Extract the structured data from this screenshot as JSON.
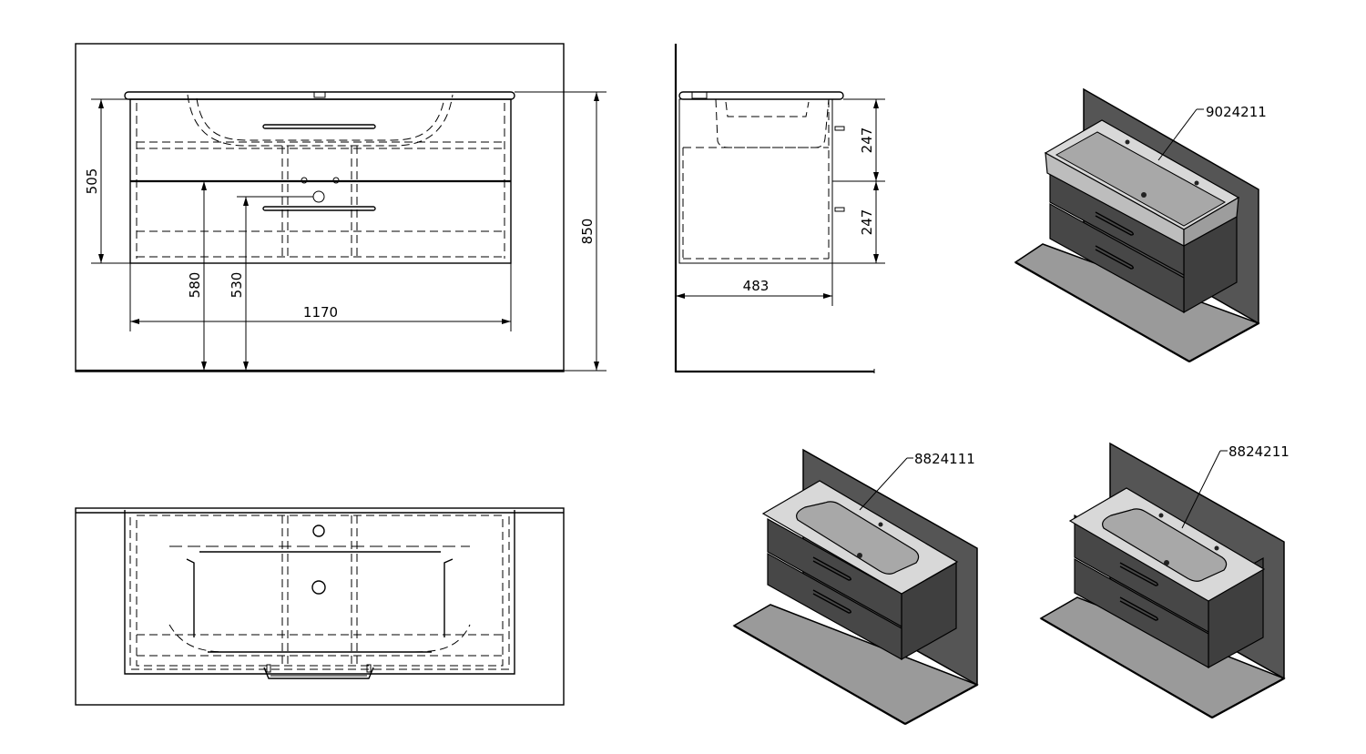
{
  "front_view": {
    "dim_height_cabinet": "505",
    "dim_height_total": "850",
    "dim_height_drain": "580",
    "dim_height_siphon": "530",
    "dim_width": "1170"
  },
  "side_view": {
    "dim_drawer_top": "247",
    "dim_drawer_bottom": "247",
    "dim_depth": "483"
  },
  "variants": [
    {
      "code": "9024211"
    },
    {
      "code": "8824111"
    },
    {
      "code": "8824211"
    }
  ],
  "colors": {
    "cabinet_dark": "#4a4a4a",
    "cabinet_front": "#3f3f3f",
    "wall_panel": "#555555",
    "floor": "#9a9a9a",
    "basin_top": "#d8d8d8",
    "basin_bowl": "#a8a8a8"
  }
}
